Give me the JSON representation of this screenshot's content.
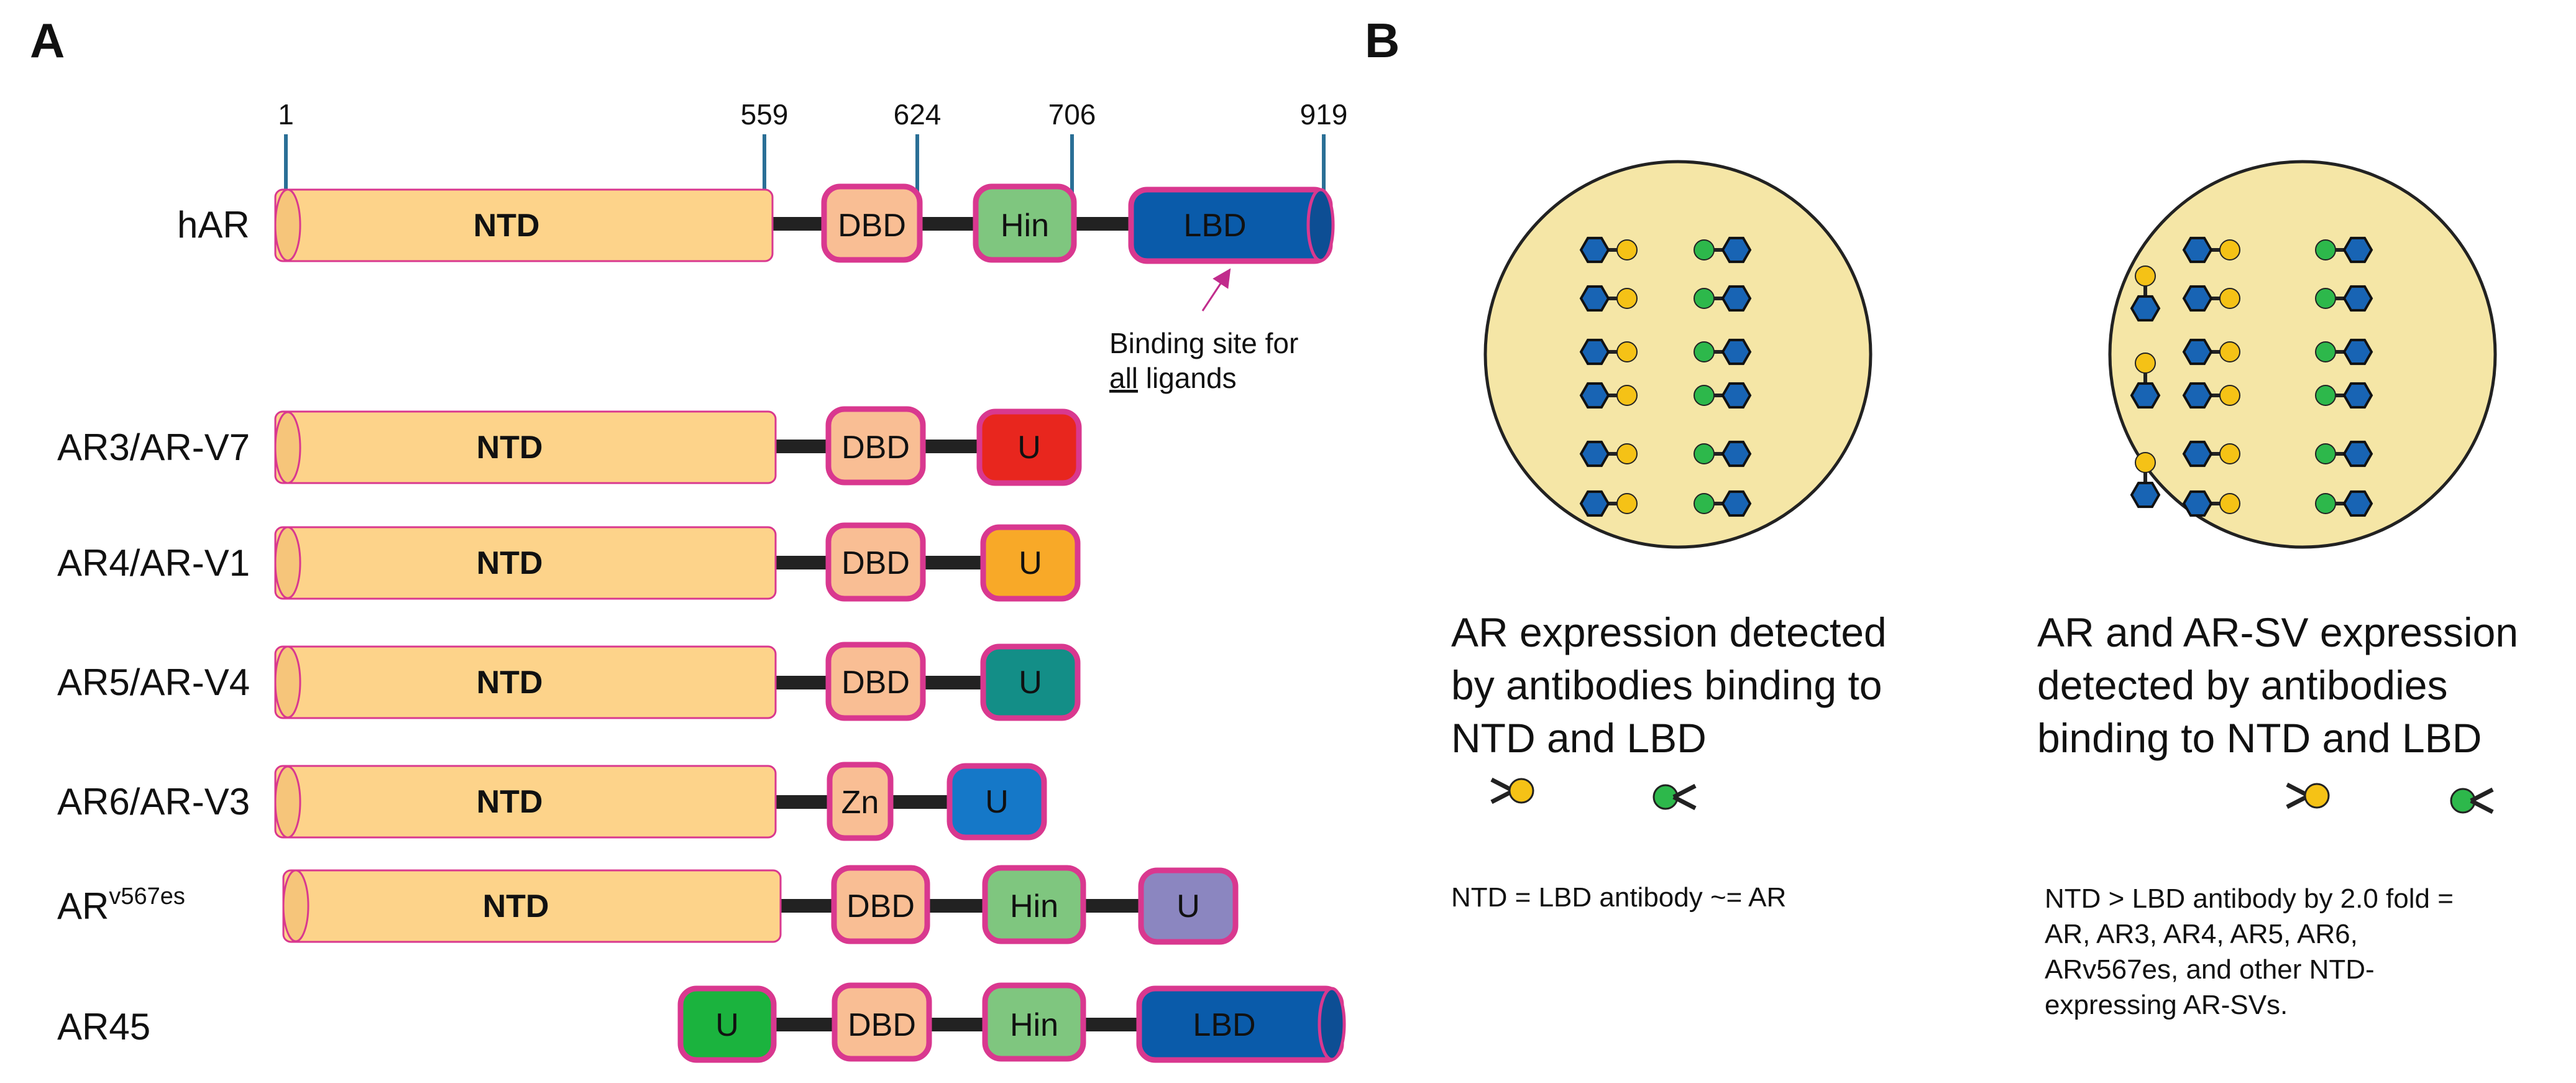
{
  "panel_a": {
    "letter": "A",
    "positions": [
      "1",
      "559",
      "624",
      "706",
      "919"
    ],
    "rows": [
      {
        "label": "hAR",
        "domains": [
          "NTD",
          "DBD",
          "Hin",
          "LBD"
        ]
      },
      {
        "label": "AR3/AR-V7",
        "domains": [
          "NTD",
          "DBD",
          "U"
        ]
      },
      {
        "label": "AR4/AR-V1",
        "domains": [
          "NTD",
          "DBD",
          "U"
        ]
      },
      {
        "label": "AR5/AR-V4",
        "domains": [
          "NTD",
          "DBD",
          "U"
        ]
      },
      {
        "label": "AR6/AR-V3",
        "domains": [
          "NTD",
          "Zn",
          "U"
        ]
      },
      {
        "label_base": "AR",
        "label_sup": "v567es",
        "domains": [
          "NTD",
          "DBD",
          "Hin",
          "U"
        ]
      },
      {
        "label": "AR45",
        "domains": [
          "U",
          "DBD",
          "Hin",
          "LBD"
        ]
      }
    ],
    "annotation": {
      "line1": "Binding site for",
      "line2_underlined": "all",
      "line2_rest": " ligands"
    }
  },
  "panel_b": {
    "letter": "B",
    "left": {
      "caption": [
        "AR expression detected",
        "by antibodies binding to",
        "NTD and LBD"
      ],
      "note": [
        "NTD = LBD antibody ~= AR"
      ]
    },
    "right": {
      "caption": [
        "AR and AR-SV expression",
        "detected by antibodies",
        "binding to NTD and LBD"
      ],
      "note": [
        "NTD > LBD antibody by 2.0  fold =",
        "AR, AR3, AR4, AR5, AR6,",
        "ARv567es, and other NTD-",
        "expressing AR-SVs."
      ]
    }
  },
  "colors": {
    "ntd": "#FDD38A",
    "dbd": "#F9BE94",
    "hin": "#7FC67F",
    "lbd": "#0A5BAA",
    "u_ar3": "#E8261E",
    "u_ar4": "#F8A928",
    "u_ar5": "#138E87",
    "u_ar6": "#1578C8",
    "u_v567es": "#8B86C0",
    "u_ar45": "#1BB33E",
    "domain_border": "#D9388F",
    "linker": "#222222",
    "circle": "#F5E6A6",
    "hex": "#1864B4",
    "ab_ntd": "#F5C216",
    "ab_lbd": "#2DB84B",
    "tick": "#2A6F96",
    "arrow": "#C12C8C"
  }
}
